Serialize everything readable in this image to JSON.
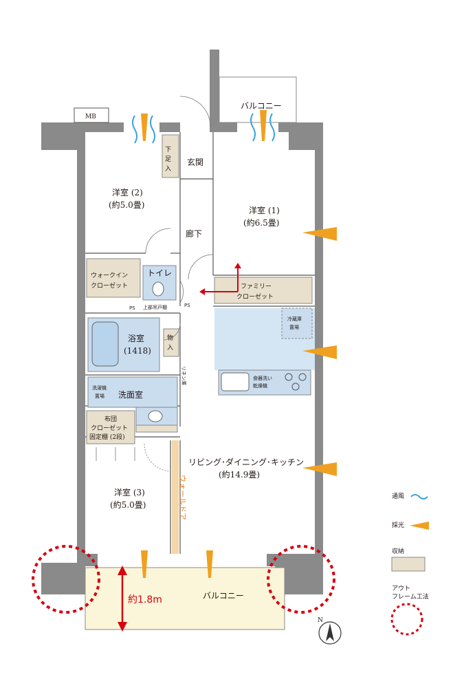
{
  "labels": {
    "mb": "MB",
    "balcony_top": "バルコニー",
    "shoe": "下足入",
    "entrance": "玄関",
    "room2": "洋室 (2)",
    "room2_size": "(約5.0畳)",
    "room1": "洋室 (1)",
    "room1_size": "(約6.5畳)",
    "corridor": "廊下",
    "wic_1": "ウォークイン",
    "wic_2": "クローゼット",
    "toilet": "トイレ",
    "ps1": "PS",
    "ps2": "PS",
    "upper_shelf": "上部吊戸棚",
    "family_closet_1": "ファミリー",
    "family_closet_2": "クローゼット",
    "fridge_1": "冷蔵庫",
    "fridge_2": "置場",
    "bath": "浴室",
    "bath_size": "(1418)",
    "storage": "物入",
    "linen": "リネン庫",
    "washer_1": "洗濯機",
    "washer_2": "置場",
    "washroom": "洗面室",
    "dishwasher_1": "食器洗い",
    "dishwasher_2": "乾燥機",
    "futon_1": "布団",
    "futon_2": "クローゼット",
    "futon_3": "固定棚 (2段)",
    "ldk": "リビング･ダイニング･キッチン",
    "ldk_size": "(約14.9畳)",
    "wall_door": "ウォールドア",
    "room3": "洋室 (3)",
    "room3_size": "(約5.0畳)",
    "balcony_bottom": "バルコニー",
    "depth": "約1.8m",
    "north": "N"
  },
  "legend": {
    "ventilation": "通風",
    "daylight": "採光",
    "storage": "収納",
    "outframe_1": "アウト",
    "outframe_2": "フレーム工法"
  },
  "colors": {
    "wall": "#8a8a8a",
    "storage": "#e8e0cc",
    "water": "#c9ddef",
    "kitchen": "#d4e6f4",
    "balcony": "#fbf6d9",
    "orange": "#f0a020",
    "blue": "#3aa0e0",
    "red": "#d7000f"
  }
}
